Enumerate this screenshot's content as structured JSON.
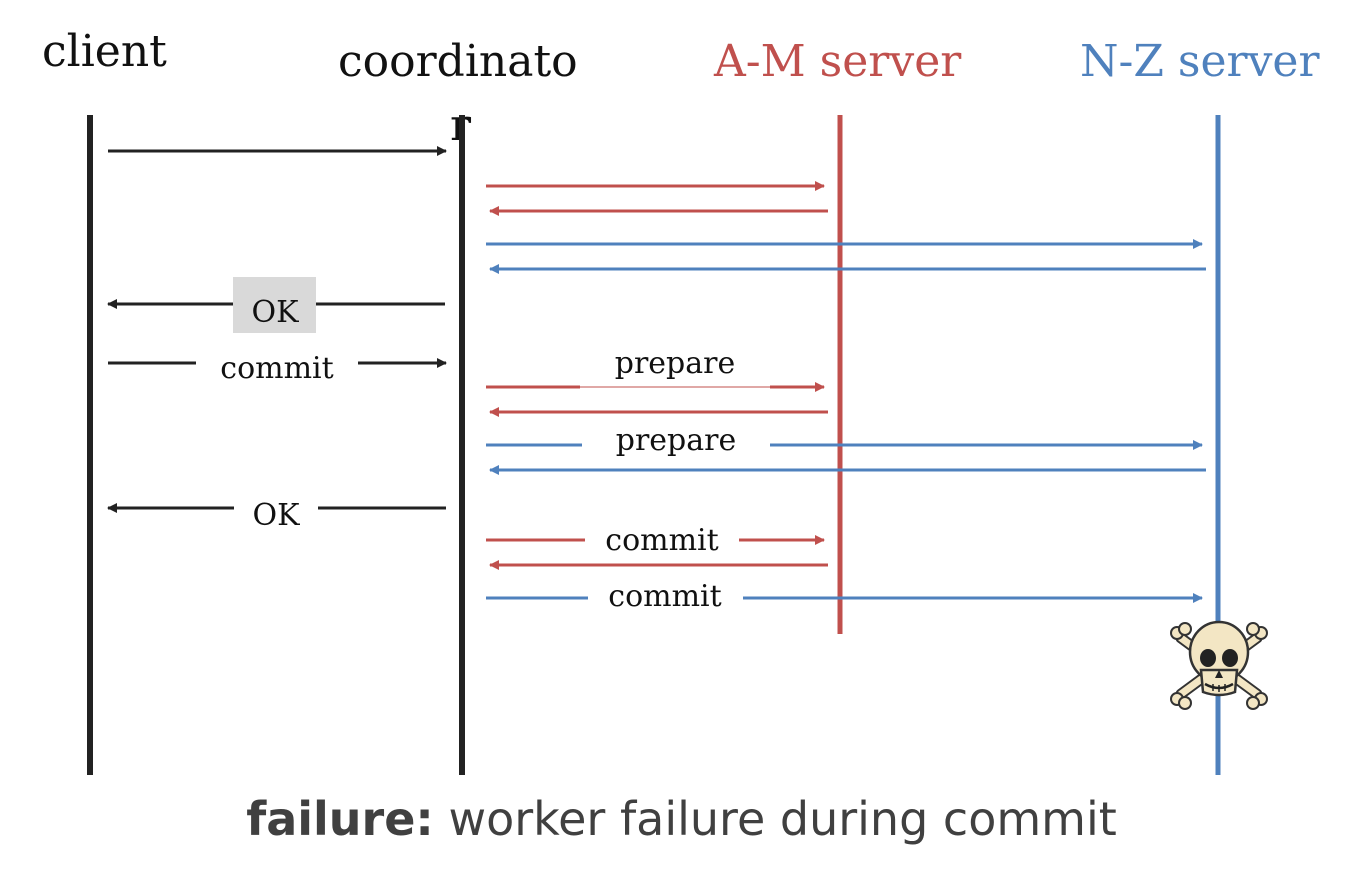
{
  "headers": {
    "client": "client",
    "coordinator": "coordinato",
    "coordinator_wrap": "r",
    "am_server": "A-M server",
    "nz_server": "N-Z server"
  },
  "colors": {
    "black": "#222222",
    "red": "#c0504d",
    "blue": "#4f81bd",
    "ok_highlight": "#d9d9d9"
  },
  "messages": {
    "ok_first": "OK",
    "client_commit": "commit",
    "prepare_am": "prepare",
    "prepare_nz": "prepare",
    "ok_second": "OK",
    "commit_am": "commit",
    "commit_nz": "commit"
  },
  "icons": {
    "failure": "skull-and-crossbones-icon"
  },
  "caption": {
    "bold": "failure:",
    "text": " worker failure during commit"
  }
}
